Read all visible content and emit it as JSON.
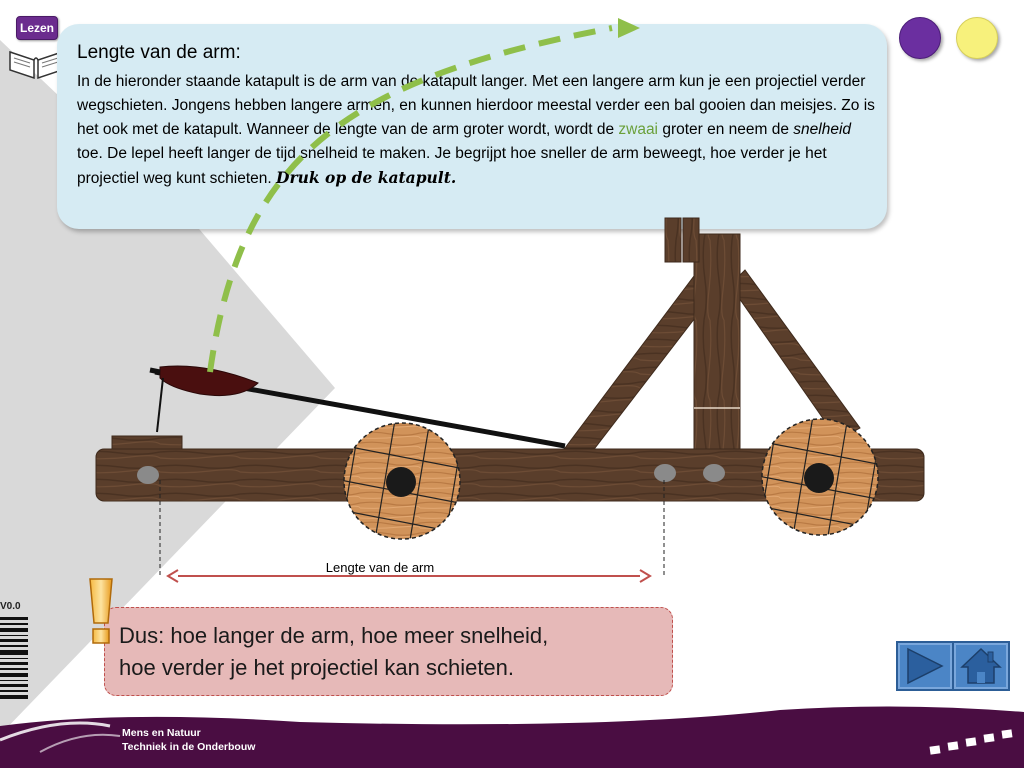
{
  "lezen_label": "Lezen",
  "info": {
    "title": "Lengte van de arm:",
    "text_1": "In de hieronder staande katapult is de arm van de katapult langer. Met een langere arm kun je een projectiel verder wegschieten. Jongens hebben langere armen, en kunnen hierdoor meestal verder een bal gooien dan meisjes. Zo is het ook met de katapult. Wanneer de lengte van de arm groter wordt, wordt de ",
    "highlight": "zwaai",
    "text_2": " groter en neem de ",
    "emphasis": "snelheid",
    "text_3": " toe. De lepel heeft langer de tijd snelheid te maken. Je begrijpt hoe sneller de arm beweegt, hoe verder je het projectiel weg kunt schieten. ",
    "call_to_action": "Druk op de katapult."
  },
  "arm_length_label": "Lengte van de arm",
  "conclusion": {
    "line_1": "Dus: hoe langer de arm, hoe meer snelheid,",
    "line_2": "hoe verder je het projectiel kan schieten."
  },
  "version": "V0.0",
  "footer": {
    "line_1": "Mens en Natuur",
    "line_2": "Techniek in de Onderbouw"
  },
  "colors": {
    "purple": "#6b2fa0",
    "yellow": "#f7f17c",
    "footer_purple": "#4a0d42",
    "info_box": "#d6ebf3",
    "conclusion_box": "#e6b9b8",
    "trajectory_green": "#8fbf4a",
    "arrow_red": "#c0504d",
    "nav_blue": "#4b85c6"
  },
  "icons": [
    "book-icon",
    "exclamation-icon",
    "play-icon",
    "home-icon"
  ]
}
